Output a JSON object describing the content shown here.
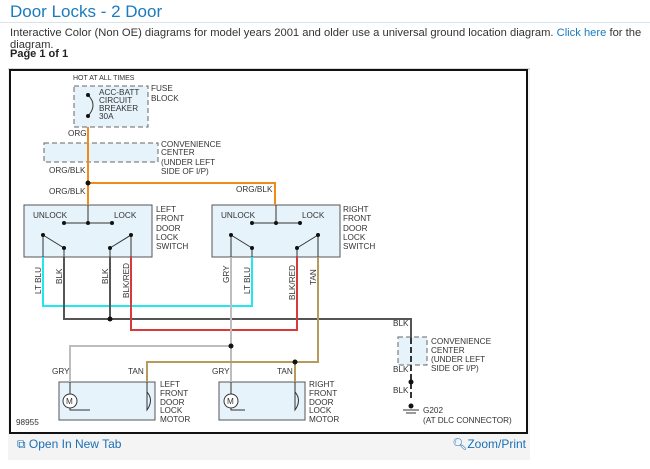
{
  "header": {
    "title": "Door Locks - 2 Door",
    "intro_before": "Interactive Color (Non OE) diagrams for model years 2001 and older use a universal ground location diagram. ",
    "intro_link": "Click here",
    "intro_after": " for the diagram.",
    "page": "Page 1 of 1"
  },
  "diagram": {
    "hot": "HOT AT ALL TIMES",
    "breaker": [
      "ACC-BATT",
      "CIRCUIT",
      "BREAKER",
      "30A"
    ],
    "fuse_block": [
      "FUSE",
      "BLOCK"
    ],
    "conv_center": [
      "CONVENIENCE",
      "CENTER",
      "(UNDER LEFT",
      "SIDE OF I/P)"
    ],
    "wires": {
      "org": "ORG",
      "orgblk": "ORG/BLK",
      "ltblu": "LT BLU",
      "blk": "BLK",
      "blkred": "BLK/RED",
      "gry": "GRY",
      "tan": "TAN"
    },
    "unlock": "UNLOCK",
    "lock": "LOCK",
    "left_switch": [
      "LEFT",
      "FRONT",
      "DOOR",
      "LOCK",
      "SWITCH"
    ],
    "right_switch": [
      "RIGHT",
      "FRONT",
      "DOOR",
      "LOCK",
      "SWITCH"
    ],
    "left_motor": [
      "LEFT",
      "FRONT",
      "DOOR",
      "LOCK",
      "MOTOR"
    ],
    "right_motor": [
      "RIGHT",
      "FRONT",
      "DOOR",
      "LOCK",
      "MOTOR"
    ],
    "motor_symbol": "M",
    "ground": [
      "G202",
      "(AT DLC CONNECTOR)"
    ],
    "id": "98955",
    "colors": {
      "org": "#f08a1c",
      "ltblu": "#22e6f0",
      "blk": "#555555",
      "blkred": "#d83a3a",
      "gry": "#bdbdbd",
      "tan": "#b89a5a"
    }
  },
  "footer": {
    "open_tab": "Open In New Tab",
    "zoom": "Zoom/Print"
  }
}
